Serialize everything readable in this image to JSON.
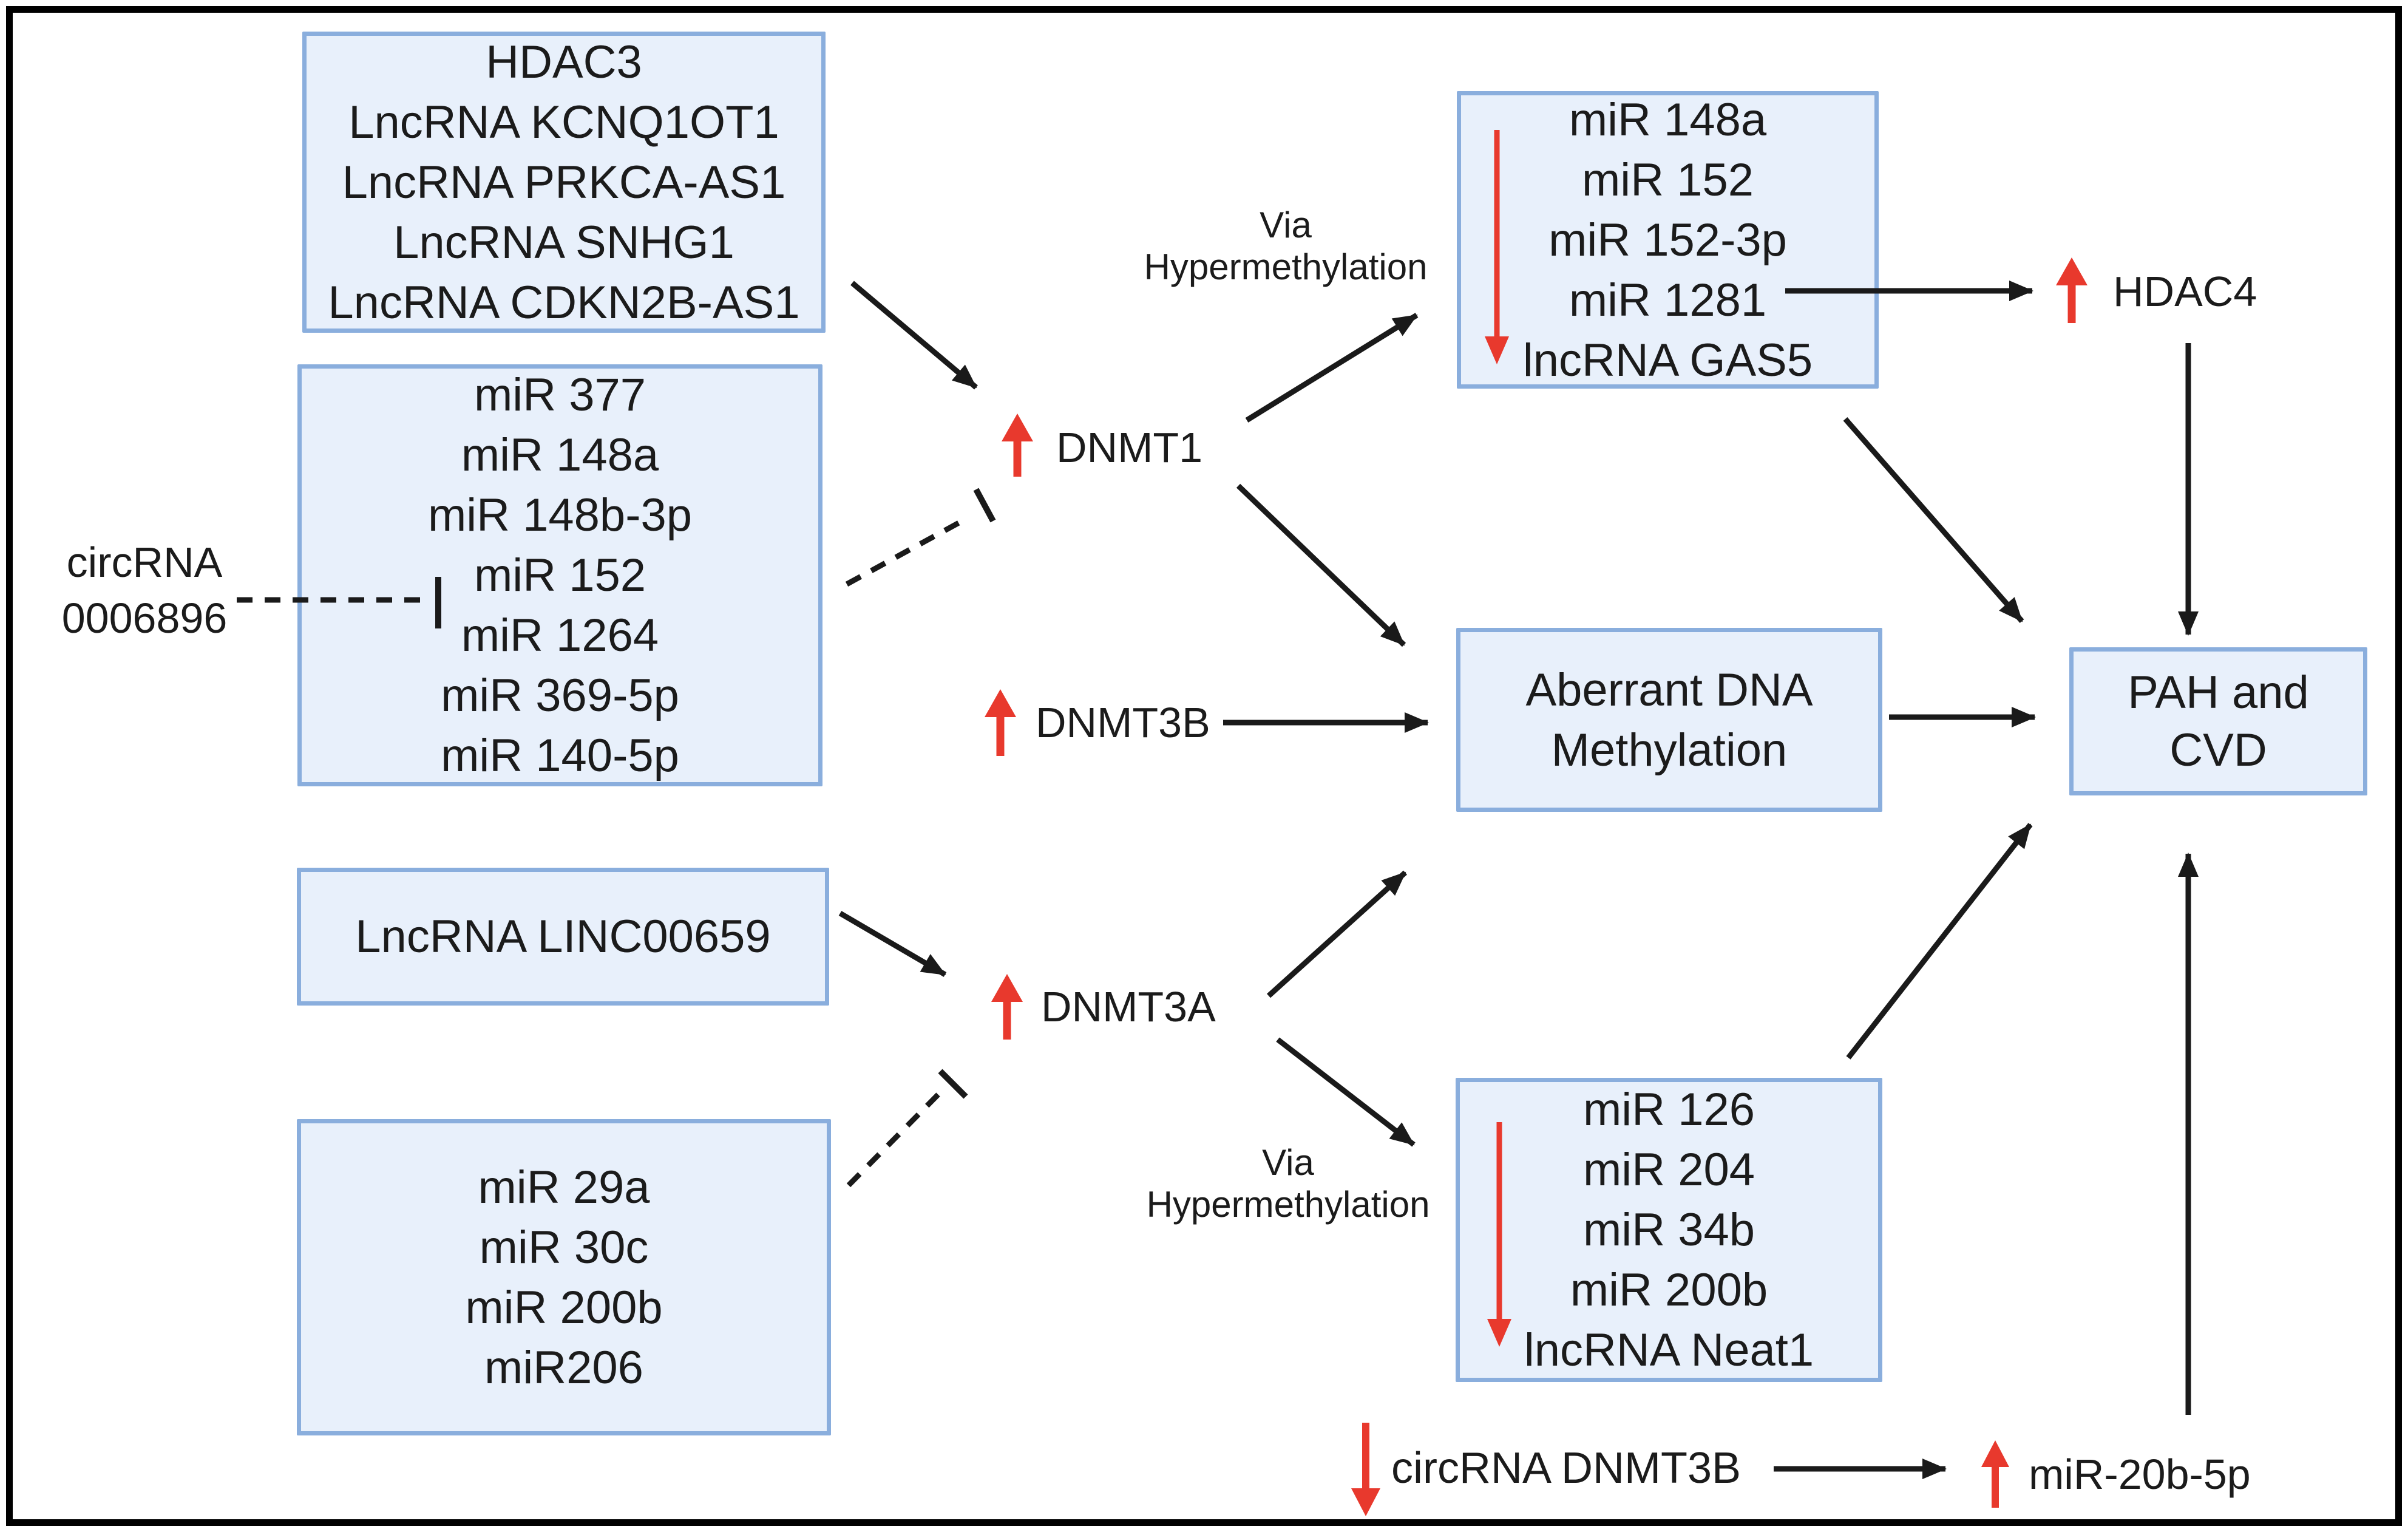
{
  "diagram": {
    "boxes": {
      "hdac3_lncrna_group": {
        "lines": [
          "HDAC3",
          "LncRNA KCNQ1OT1",
          "LncRNA PRKCA-AS1",
          "LncRNA SNHG1",
          "LncRNA CDKN2B-AS1"
        ]
      },
      "mir_group_dnmt1": {
        "lines": [
          "miR 377",
          "miR 148a",
          "miR 148b-3p",
          "miR 152",
          "miR 1264",
          "miR 369-5p",
          "miR 140-5p"
        ]
      },
      "linc00659": {
        "lines": [
          "LncRNA LINC00659"
        ]
      },
      "mir_group_dnmt3a": {
        "lines": [
          "miR 29a",
          "miR 30c",
          "miR 200b",
          "miR206"
        ]
      },
      "downregulated_by_dnmt1": {
        "lines": [
          "miR 148a",
          "miR 152",
          "miR 152-3p",
          "miR 1281",
          "lncRNA GAS5"
        ]
      },
      "aberrant_methylation": {
        "lines": [
          "Aberrant DNA",
          "Methylation"
        ]
      },
      "pah_cvd": {
        "lines": [
          "PAH and",
          "CVD"
        ]
      },
      "downregulated_by_dnmt3a": {
        "lines": [
          "miR 126",
          "miR 204",
          "miR 34b",
          "miR 200b",
          "lncRNA Neat1"
        ]
      }
    },
    "labels": {
      "circrna_0006896": {
        "lines": [
          "circRNA",
          "0006896"
        ]
      },
      "dnmt1": "DNMT1",
      "dnmt3b": "DNMT3B",
      "dnmt3a": "DNMT3A",
      "hdac4": "HDAC4",
      "via_hyper_top": {
        "lines": [
          "Via",
          "Hypermethylation"
        ]
      },
      "via_hyper_bottom": {
        "lines": [
          "Via",
          "Hypermethylation"
        ]
      },
      "circrna_dnmt3b": "circRNA DNMT3B",
      "mir_20b_5p": "miR-20b-5p"
    },
    "colors": {
      "regulation_arrow_red": "#e8392d",
      "box_fill": "#e8f0fb",
      "box_border": "#8aaedd",
      "connector_black": "#1a1a1a",
      "frame_black": "#000000",
      "background": "#ffffff",
      "text": "#1b1b1b"
    }
  }
}
